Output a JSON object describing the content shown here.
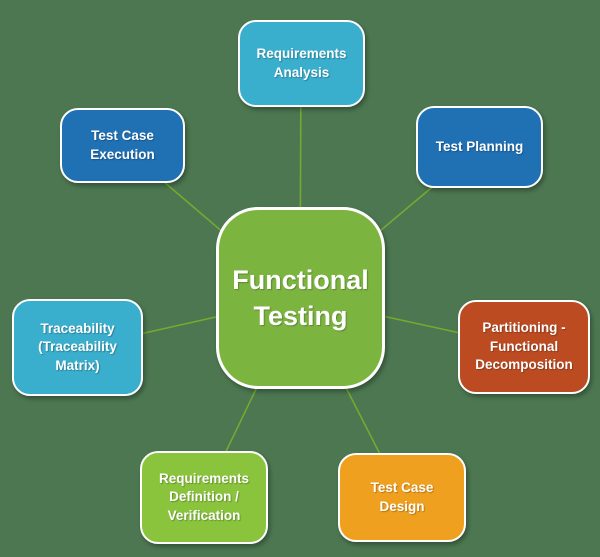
{
  "canvas": {
    "background_color": "#4C7751",
    "connector_color": "#76A832"
  },
  "diagram": {
    "title": "Functional Testing",
    "center": {
      "label": "Functional\nTesting",
      "color": "#7CB440",
      "text_color": "#FFFFFF"
    },
    "nodes": [
      {
        "id": "requirements-analysis",
        "label": "Requirements\nAnalysis",
        "color": "#3AAECD"
      },
      {
        "id": "test-planning",
        "label": "Test Planning",
        "color": "#2070B4"
      },
      {
        "id": "partitioning",
        "label": "Partitioning -\nFunctional\nDecomposition",
        "color": "#BC4B22"
      },
      {
        "id": "test-case-design",
        "label": "Test Case\nDesign",
        "color": "#F0A01F"
      },
      {
        "id": "requirements-definition",
        "label": "Requirements\nDefinition /\nVerification",
        "color": "#8AC43D"
      },
      {
        "id": "traceability",
        "label": "Traceability\n(Traceability\nMatrix)",
        "color": "#3AAECD"
      },
      {
        "id": "test-case-execution",
        "label": "Test Case\nExecution",
        "color": "#2070B4"
      }
    ]
  }
}
